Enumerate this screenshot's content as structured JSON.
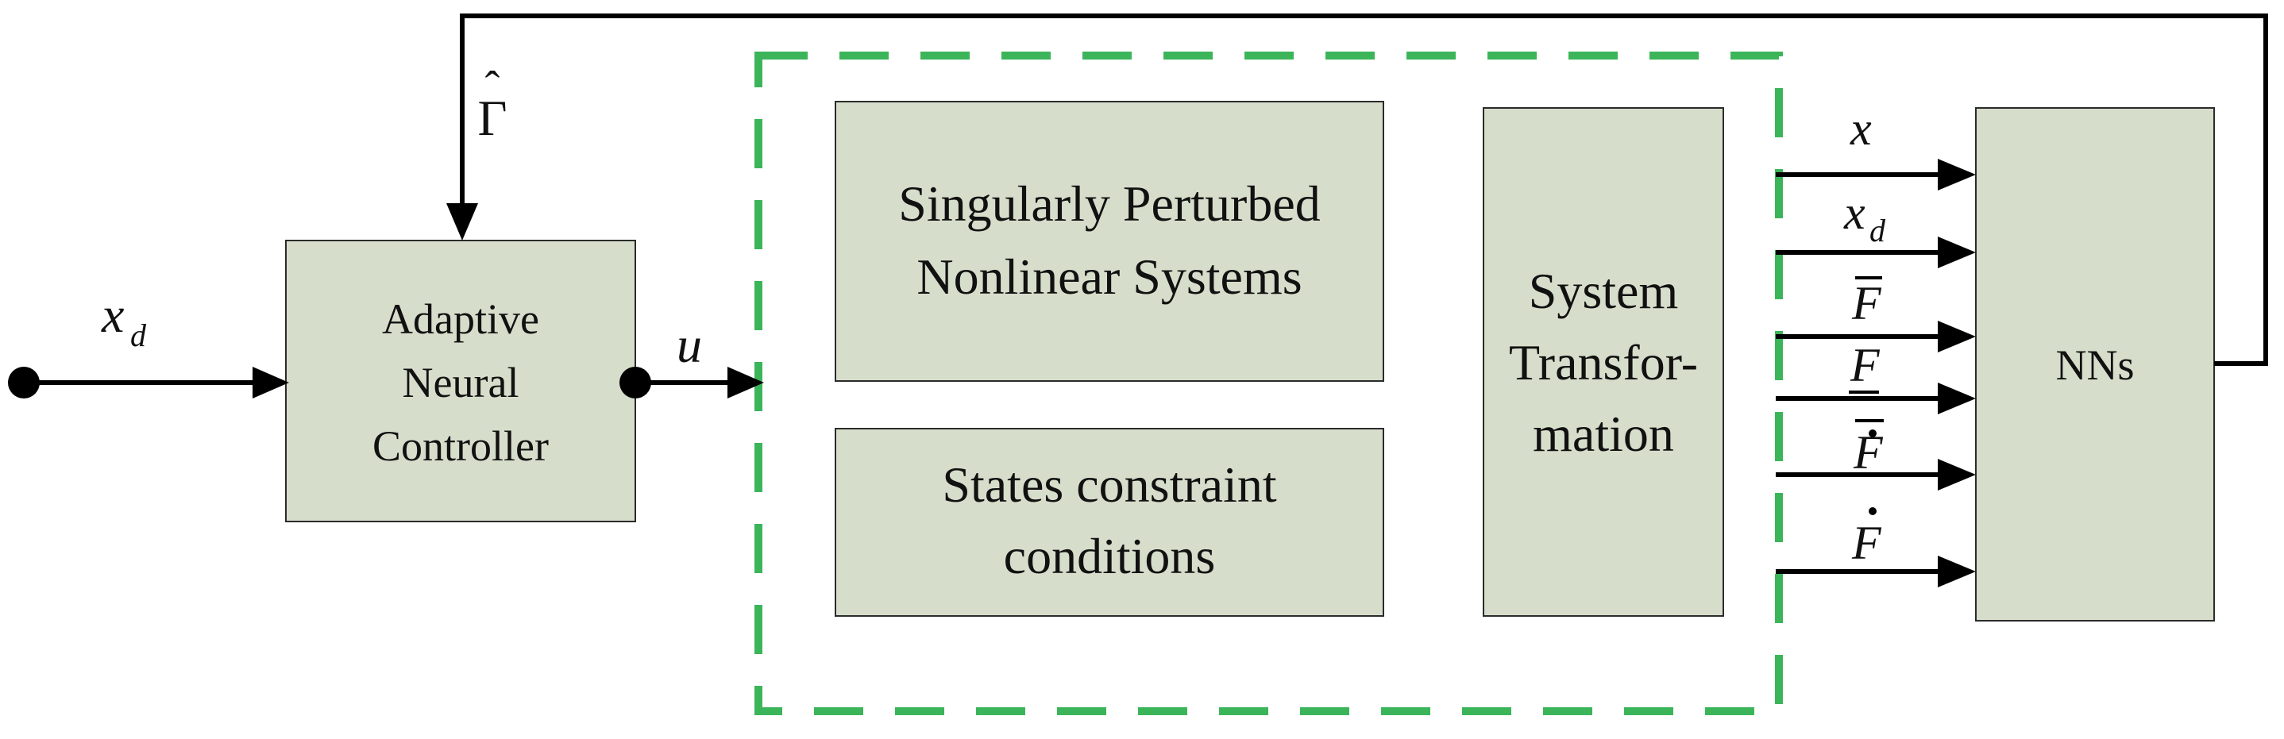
{
  "colors": {
    "box_fill": "#d6decb",
    "dashed_border": "#3cb55a",
    "line": "#000000"
  },
  "blocks": {
    "controller": [
      "Adaptive",
      "Neural",
      "Controller"
    ],
    "plant": [
      "Singularly Perturbed",
      "Nonlinear Systems"
    ],
    "constraints": [
      "States constraint",
      "conditions"
    ],
    "transform": [
      "System",
      "Transfor-",
      "mation"
    ],
    "nns": "NNs"
  },
  "signals": {
    "xd_main": "x",
    "xd_sub": "d",
    "u": "u",
    "gamma_hat": "Γ",
    "x": "x",
    "xd2_main": "x",
    "xd2_sub": "d",
    "fbar": "F",
    "flow": "F",
    "fbar_dot": "F",
    "f_dot": "F"
  }
}
